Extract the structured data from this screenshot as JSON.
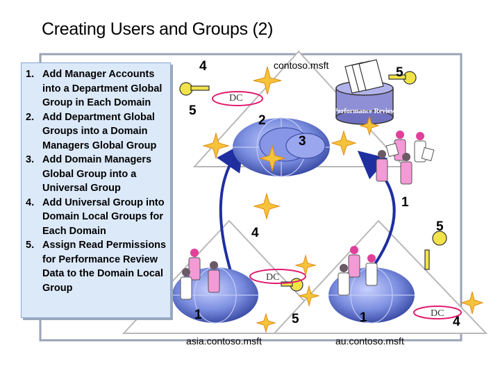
{
  "title": "Creating Users and Groups (2)",
  "steps": [
    {
      "num": "1.",
      "text": "Add Manager Accounts into a Department Global Group in Each Domain"
    },
    {
      "num": "2.",
      "text": "Add Department Global Groups into a Domain Managers Global Group"
    },
    {
      "num": "3.",
      "text": "Add Domain Managers Global Group into a Universal Group"
    },
    {
      "num": "4.",
      "text": "Add Universal Group into Domain Local Groups for Each Domain"
    },
    {
      "num": "5.",
      "text": "Assign Read Permissions for Performance Review Data to the Domain Local Group"
    }
  ],
  "domains": {
    "root": "contoso.msft",
    "asia": "asia.contoso.msft",
    "au": "au.contoso.msft"
  },
  "dc_label": "DC",
  "database": {
    "label": "Performance Review"
  },
  "badges": {
    "root_4": "4",
    "root_5_key": "5",
    "root_2": "2",
    "root_3": "3",
    "db_5": "5",
    "au_1": "1",
    "mid_4": "4",
    "right_5": "5",
    "asia_1": "1",
    "asia_5": "5",
    "au_1b": "1",
    "far_4": "4"
  },
  "colors": {
    "panel_bg": "#dce9f9",
    "globe": "#7c8fe0",
    "arrow": "#1f2fa0",
    "key": "#f2e34a",
    "user_pink": "#f49ad6",
    "star": "#f5c33b",
    "database": "#8f8fd6"
  }
}
